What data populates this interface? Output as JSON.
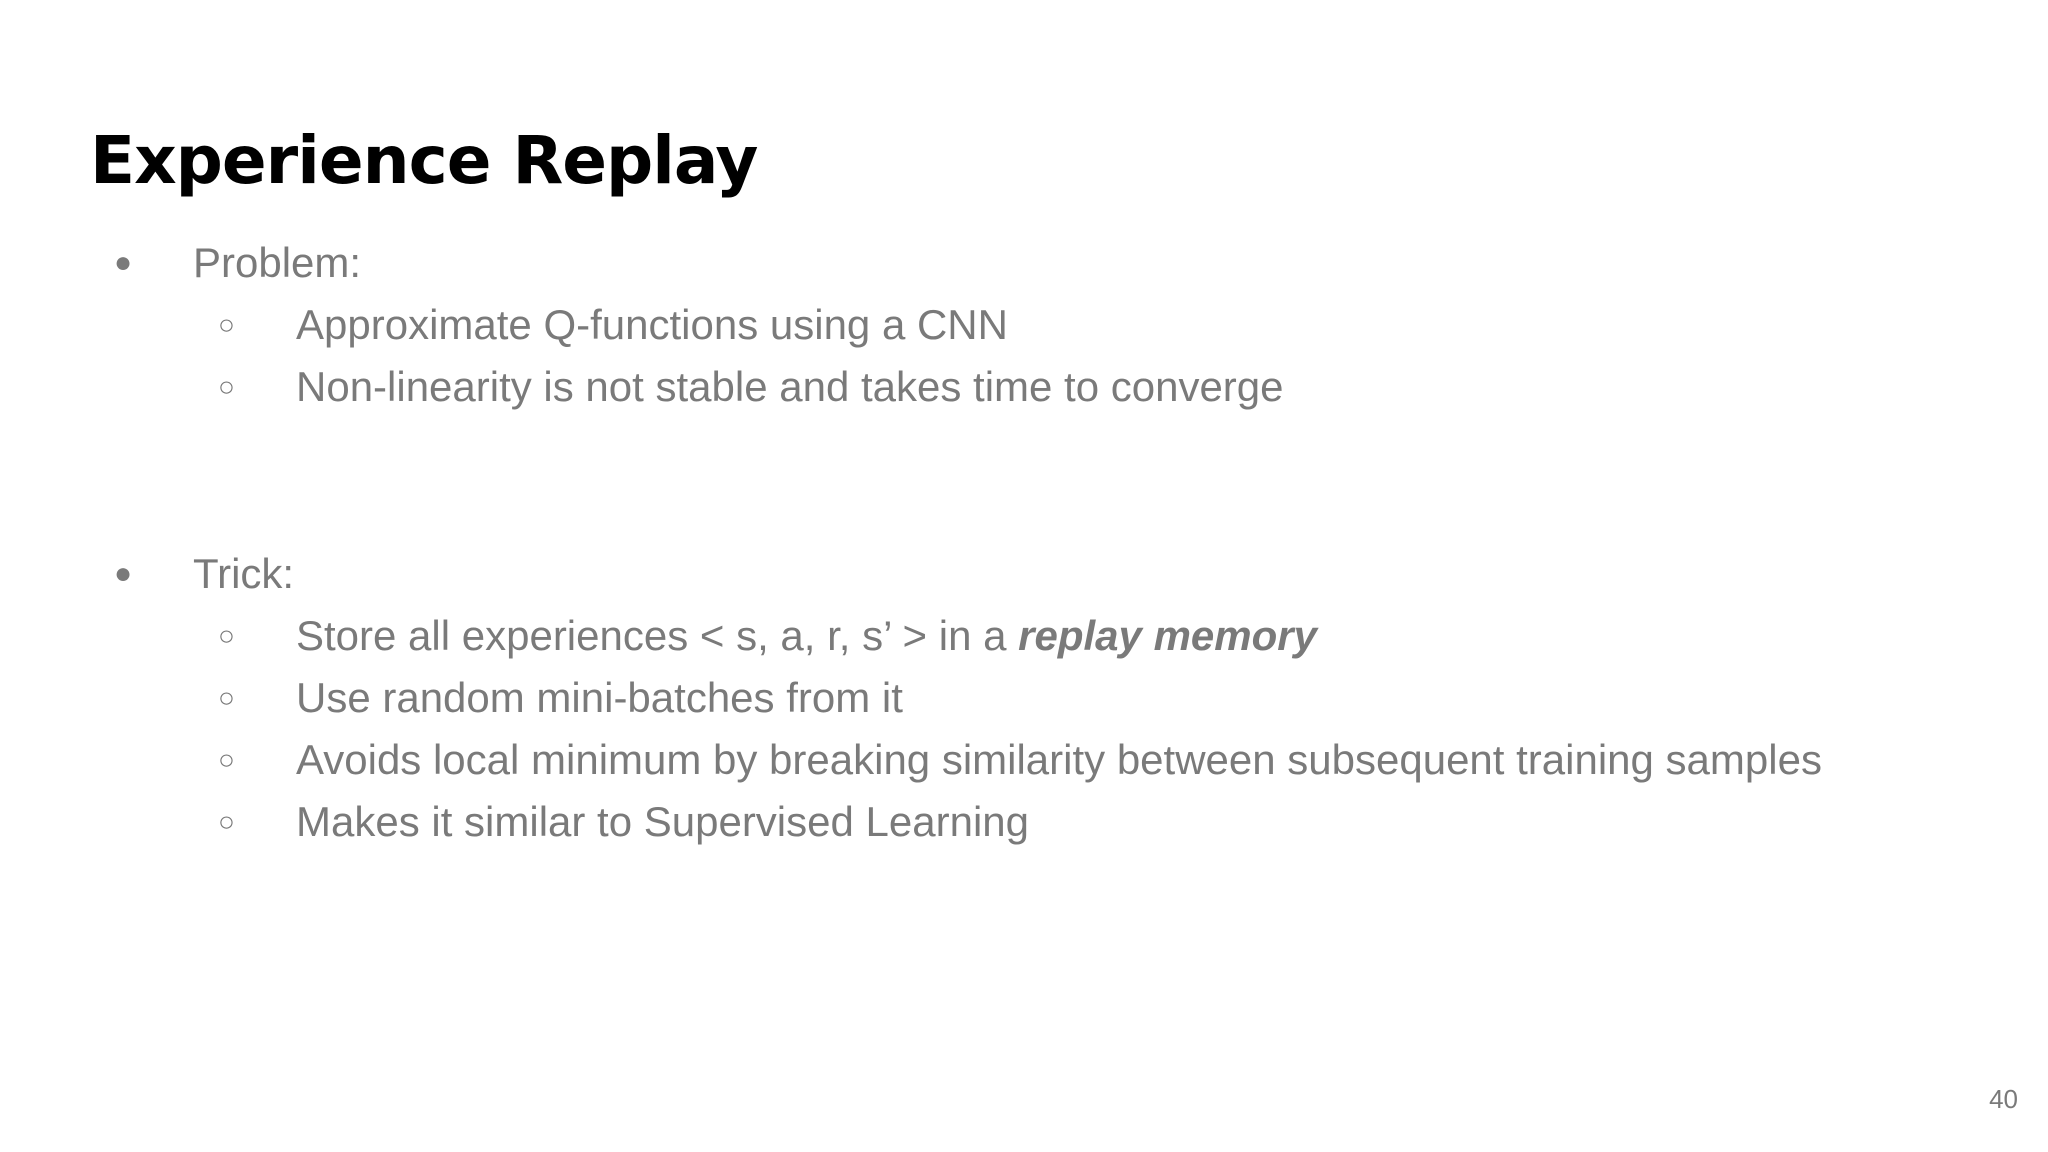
{
  "slide": {
    "title": "Experience Replay",
    "page_number": "40",
    "text_color": "#7a7a7a",
    "title_color": "#000000",
    "background": "#ffffff"
  },
  "bullets": {
    "level1_marker": "●",
    "level2_marker": "○",
    "problem": {
      "label": "Problem:",
      "items": [
        "Approximate Q-functions using a CNN",
        "Non-linearity is not stable and takes time to converge"
      ]
    },
    "trick": {
      "label": "Trick:",
      "items": [
        {
          "prefix": "Store all experiences < s, a, r, s’ > in a ",
          "emphasis": "replay memory"
        },
        "Use random mini-batches from it",
        "Avoids local minimum by breaking similarity between subsequent training samples",
        "Makes it similar to Supervised Learning"
      ]
    }
  }
}
